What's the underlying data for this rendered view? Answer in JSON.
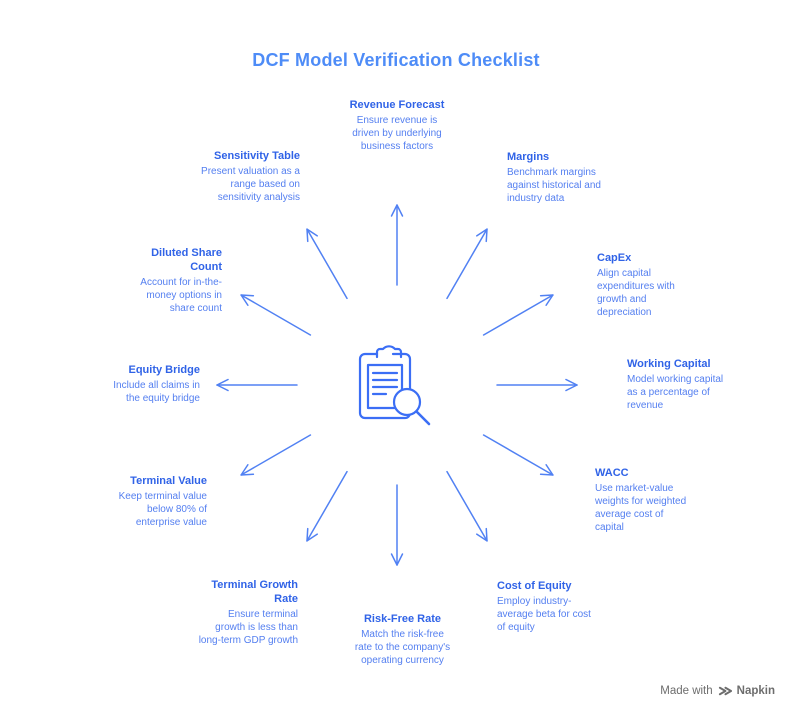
{
  "title": "DCF Model Verification Checklist",
  "center": {
    "icon": "clipboard-magnifier-icon"
  },
  "items": [
    {
      "heading": "Revenue Forecast",
      "body": "Ensure revenue is\ndriven by underlying\nbusiness factors"
    },
    {
      "heading": "Margins",
      "body": "Benchmark margins\nagainst historical and\nindustry data"
    },
    {
      "heading": "CapEx",
      "body": "Align capital\nexpenditures with\ngrowth and\ndepreciation"
    },
    {
      "heading": "Working Capital",
      "body": "Model working capital\nas a percentage of\nrevenue"
    },
    {
      "heading": "WACC",
      "body": "Use market-value\nweights for weighted\naverage cost of\ncapital"
    },
    {
      "heading": "Cost of Equity",
      "body": "Employ industry-\naverage beta for cost\nof equity"
    },
    {
      "heading": "Risk-Free Rate",
      "body": "Match the risk-free\nrate to the company's\noperating currency"
    },
    {
      "heading": "Terminal Growth\nRate",
      "body": "Ensure terminal\ngrowth is less than\nlong-term GDP growth"
    },
    {
      "heading": "Terminal Value",
      "body": "Keep terminal value\nbelow 80% of\nenterprise value"
    },
    {
      "heading": "Equity Bridge",
      "body": "Include all claims in\nthe equity bridge"
    },
    {
      "heading": "Diluted Share\nCount",
      "body": "Account for in-the-\nmoney options in\nshare count"
    },
    {
      "heading": "Sensitivity Table",
      "body": "Present valuation as a\nrange based on\nsensitivity analysis"
    }
  ],
  "footer": {
    "made_with": "Made with",
    "logo": "napkin-logo-icon",
    "brand": "Napkin"
  },
  "colors": {
    "title": "#4e8cf7",
    "heading": "#3063e7",
    "body": "#547ff0",
    "arrow": "#5181f3",
    "icon": "#3b6ef5",
    "footer": "#6d6d6d"
  }
}
